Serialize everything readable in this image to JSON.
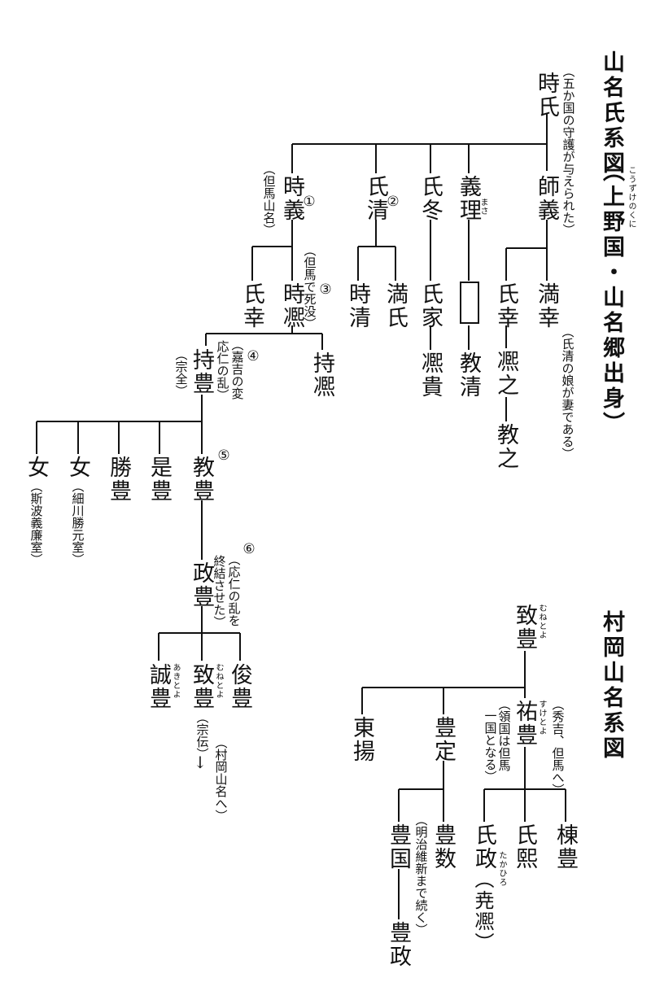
{
  "title": "山名氏系図",
  "subtitle": "（上野国・山名郷出身）",
  "subtitle_ruby": "こうずけのくに",
  "title2": "村岡山名系図",
  "circled": [
    "①",
    "②",
    "③",
    "④",
    "⑤",
    "⑥"
  ],
  "names": {
    "tokiuji": "時氏",
    "moroyoshi": "師義",
    "yoshimasa": "義理",
    "ujifuyu": "氏冬",
    "ujikiyo": "氏清",
    "tokiyoshi": "時義",
    "mitsuyuki": "満幸",
    "ujiyuki_a": "氏幸",
    "ujiie": "氏家",
    "mitsuuji": "満氏",
    "tokikiyo": "時清",
    "tokihiro": "時凞",
    "ujiyuki_b": "氏幸",
    "norikiyo": "教清",
    "hiroyuki": "凞之",
    "noriyuki": "教之",
    "hiroki": "凞貴",
    "mochihiro": "持凞",
    "mochitoyo": "持豊",
    "noritoyo": "教豊",
    "koretoyo": "是豊",
    "katsutoyo": "勝豊",
    "onna1": "女",
    "onna2": "女",
    "masatoyo": "政豊",
    "toshitoyo": "俊豊",
    "munetoyo_a": "致豊",
    "akitoyo": "誠豊",
    "munetoyo_b": "致豊",
    "suketoyo": "祐豊",
    "toyosada": "豊定",
    "higashi": "東揚",
    "munetoyo2": "棟豊",
    "ujihiro": "氏熙",
    "ujimasa": "氏政",
    "toyokazu": "豊数",
    "toyokuni": "豊国",
    "toyomasa": "豊政"
  },
  "notes": {
    "tokiuji": "（五か国の守護が与えられた）",
    "tokiyoshi": "（但馬山名）",
    "mitsuyuki": "（氏清の娘が妻である）",
    "tokihiro": "（但馬で死没）",
    "mochitoyo_a": "（嘉吉の変",
    "mochitoyo_b": "応仁の乱）",
    "mochitoyo_c": "（宗全）",
    "onna1": "（斯波義廉室）",
    "onna2": "（細川勝元室）",
    "masatoyo_a": "（応仁の乱を",
    "masatoyo_b": "終結させた）",
    "munetoyo_a": "（宗伝）",
    "muraoka": "（村岡山名へ）",
    "arrow": "↓",
    "suketoyo_a": "（秀吉、但馬へ）",
    "suketoyo_b": "（領国は但馬",
    "suketoyo_c": "一国となる）",
    "toyokazu": "（明治維新まで続く）",
    "ujimasa": "（尭凞）"
  },
  "rubies": {
    "yoshimasa": "まさ",
    "munetoyo_a": "むねとよ",
    "akitoyo": "あきとよ",
    "munetoyo_b": "むねとよ",
    "suketoyo": "すけとよ",
    "ujimasa": "たかひろ"
  }
}
